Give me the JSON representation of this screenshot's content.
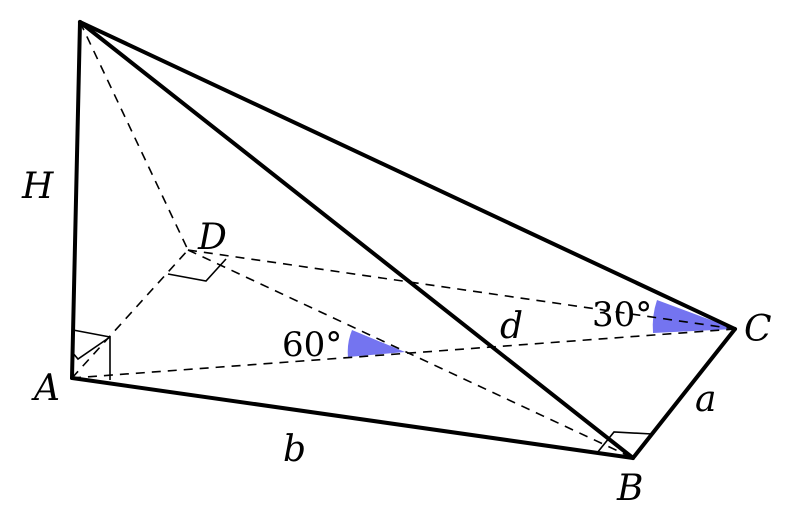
{
  "points": {
    "top": "",
    "A": "A",
    "B": "B",
    "C": "C",
    "D": "D"
  },
  "edges": {
    "height": "H",
    "AB": "b",
    "BC": "a",
    "BD": "d"
  },
  "angles": {
    "at_C": "30°",
    "at_A": "60°"
  },
  "colors": {
    "angle_fill": "#7474f0",
    "stroke": "#000000",
    "background": "#ffffff"
  }
}
